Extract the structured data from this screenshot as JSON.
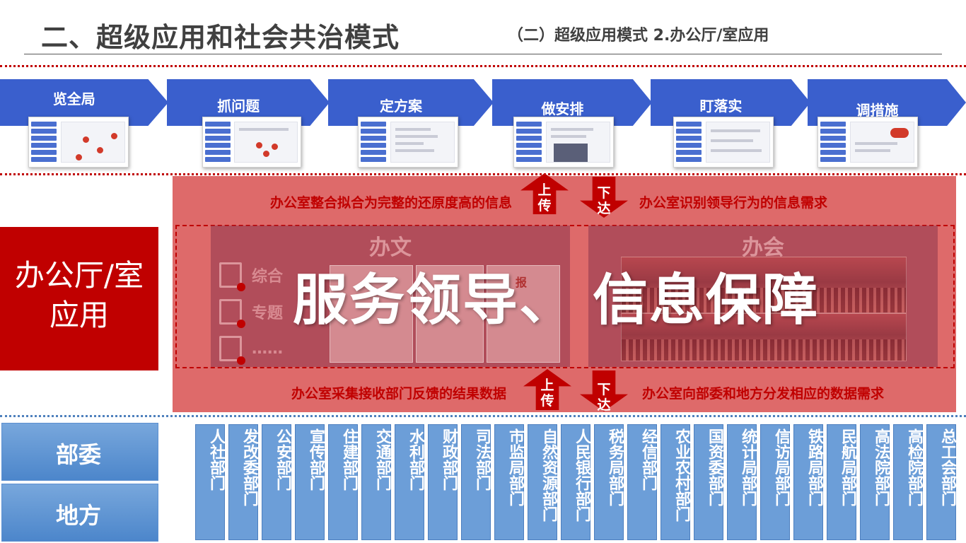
{
  "header": {
    "title": "二、超级应用和社会共治模式",
    "subtitle": "（二）超级应用模式 2.办公厅/室应用"
  },
  "steps": [
    {
      "label": "览全局"
    },
    {
      "label": "抓问题"
    },
    {
      "label": "定方案"
    },
    {
      "label": "做安排"
    },
    {
      "label": "盯落实"
    },
    {
      "label": "调措施"
    }
  ],
  "side": {
    "label": "办公厅/室应用"
  },
  "band": {
    "top_left_text": "办公室整合拟合为完整的还原度高的信息",
    "top_right_text": "办公室识别领导行为的信息需求",
    "bottom_left_text": "办公室采集接收部门反馈的结果数据",
    "bottom_right_text": "办公室向部委和地方分发相应的数据需求",
    "up_label": "上传",
    "down_label": "下达"
  },
  "panels": {
    "wen": {
      "title": "办文",
      "items": [
        "综合",
        "专题",
        "……"
      ],
      "report_label": "报"
    },
    "hui": {
      "title": "办会"
    }
  },
  "overlay": {
    "left": "服务领导、",
    "right": "信息保障"
  },
  "categories": [
    {
      "label": "部委"
    },
    {
      "label": "地方"
    }
  ],
  "departments": [
    "人社部门",
    "发改委部门",
    "公安部门",
    "宣传部门",
    "住建部门",
    "交通部门",
    "水利部门",
    "财政部门",
    "司法部门",
    "市监局部门",
    "自然资源部门",
    "人民银行部门",
    "税务局部门",
    "经信部门",
    "农业农村部门",
    "国资委部门",
    "统计局部门",
    "信访局部门",
    "铁路局部门",
    "民航局部门",
    "高法院部门",
    "高检院部门",
    "总工会部门"
  ],
  "colors": {
    "accent_red": "#c00000",
    "band_red": "#de6a6a",
    "step_blue": "#3a5fcd",
    "dept_blue": "#6c9ed8"
  }
}
